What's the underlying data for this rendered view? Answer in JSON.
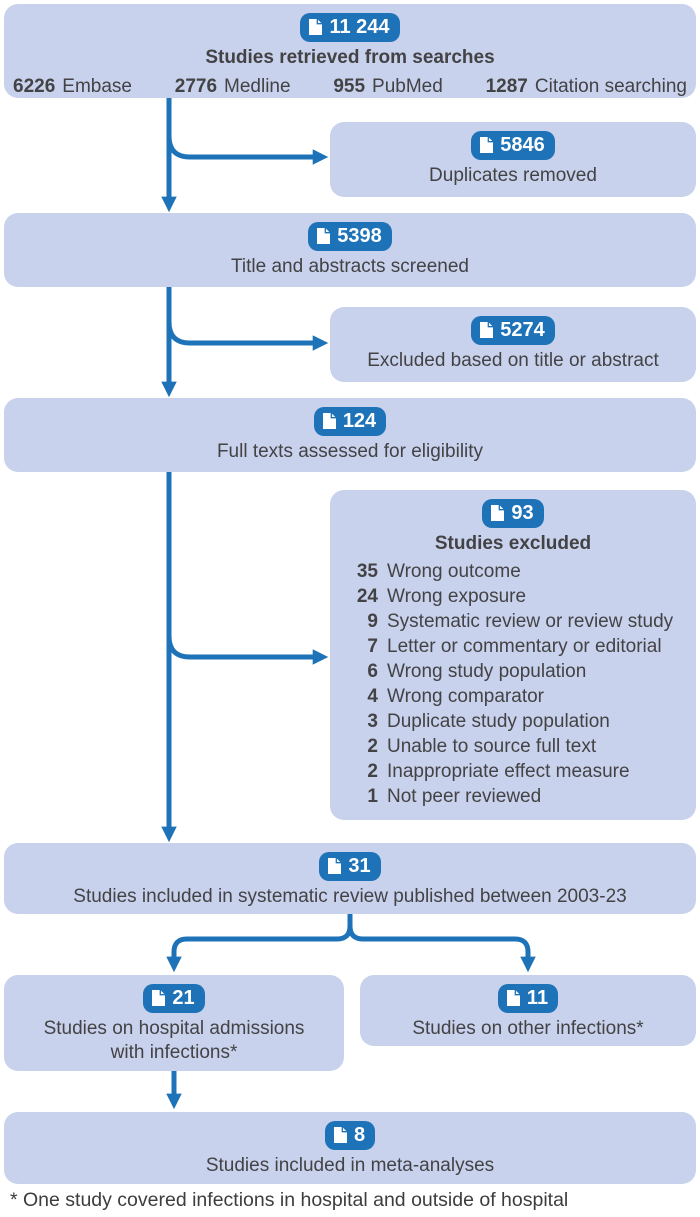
{
  "diagram": {
    "colors": {
      "box_bg": "#c9d2ec",
      "accent_blue": "#1e72b8",
      "text": "#434346"
    },
    "top": {
      "count": "11 244",
      "title": "Studies retrieved from searches",
      "sources": [
        {
          "n": "6226",
          "label": "Embase"
        },
        {
          "n": "2776",
          "label": "Medline"
        },
        {
          "n": "955",
          "label": "PubMed"
        },
        {
          "n": "1287",
          "label": "Citation searching"
        }
      ]
    },
    "duplicates": {
      "count": "5846",
      "label": "Duplicates removed"
    },
    "screened": {
      "count": "5398",
      "label": "Title and abstracts screened"
    },
    "excluded_title": {
      "count": "5274",
      "label": "Excluded based on title or abstract"
    },
    "full_texts": {
      "count": "124",
      "label": "Full texts assessed for eligibility"
    },
    "excluded_full": {
      "count": "93",
      "title": "Studies excluded",
      "reasons": [
        {
          "n": "35",
          "label": "Wrong outcome"
        },
        {
          "n": "24",
          "label": "Wrong exposure"
        },
        {
          "n": "9",
          "label": "Systematic review or review study"
        },
        {
          "n": "7",
          "label": "Letter or commentary or editorial"
        },
        {
          "n": "6",
          "label": "Wrong study population"
        },
        {
          "n": "4",
          "label": "Wrong comparator"
        },
        {
          "n": "3",
          "label": "Duplicate study population"
        },
        {
          "n": "2",
          "label": "Unable to source full text"
        },
        {
          "n": "2",
          "label": "Inappropriate effect measure"
        },
        {
          "n": "1",
          "label": "Not peer reviewed"
        }
      ]
    },
    "included_review": {
      "count": "31",
      "label": "Studies included in systematic review published between 2003-23"
    },
    "hospital": {
      "count": "21",
      "label": "Studies on hospital admissions with infections*"
    },
    "other": {
      "count": "11",
      "label": "Studies on other infections*"
    },
    "meta": {
      "count": "8",
      "label": "Studies included in meta-analyses"
    },
    "footnote": "* One study covered infections in hospital and outside of hospital"
  }
}
